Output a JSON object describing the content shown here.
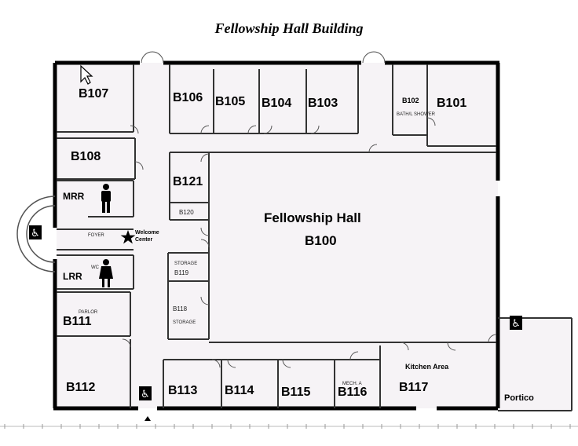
{
  "title": "Fellowship Hall Building",
  "rooms": {
    "b107": "B107",
    "b106": "B106",
    "b105": "B105",
    "b104": "B104",
    "b103": "B103",
    "b102": "B102",
    "b101": "B101",
    "b108": "B108",
    "mrr": "MRR",
    "b121": "B121",
    "b120": "B120",
    "lrr": "LRR",
    "b119": "B119",
    "b118": "B118",
    "b111": "B111",
    "b112": "B112",
    "b113": "B113",
    "b114": "B114",
    "b115": "B115",
    "b116": "B116",
    "b117": "B117",
    "portico": "Portico"
  },
  "hall": {
    "name": "Fellowship Hall",
    "number": "B100"
  },
  "notes": {
    "welcome": "Welcome",
    "center": "Center",
    "foyer": "FOYER",
    "wc": "WC",
    "storage1": "STORAGE",
    "storage2": "STORAGE",
    "parlor": "PARLOR",
    "mech": "MECH. A",
    "kitchen": "Kitchen Area",
    "bath": "BATH/L SHOWER"
  },
  "icons": [
    "wheelchair-icon",
    "man-icon",
    "woman-icon",
    "star-icon",
    "cursor-icon"
  ]
}
